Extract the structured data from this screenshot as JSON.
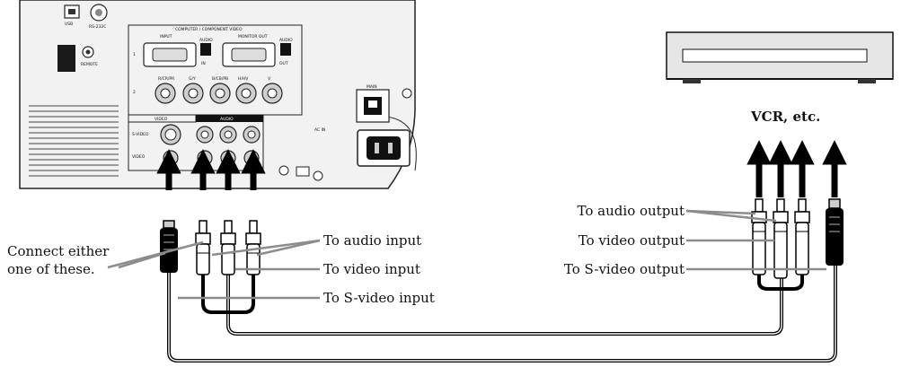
{
  "projector_panel": {
    "usb": "USB",
    "rs232c": "RS-232C",
    "remote": "REMOTE",
    "computer_component_video": "COMPUTER / COMPONENT VIDEO",
    "input": "INPUT",
    "monitor_out": "MONITOR OUT",
    "audio": "AUDIO",
    "in": "IN",
    "out": "OUT",
    "row1": "1",
    "row2": "2",
    "component_jacks": [
      "R/CR/PR",
      "G/Y",
      "B/CB/PB",
      "H/HV",
      "V"
    ],
    "main": "MAIN",
    "video": "VIDEO",
    "audio2": "AUDIO",
    "s_video": "S-VIDEO",
    "video_row": "VIDEO",
    "ac_in": "AC IN"
  },
  "vcr": {
    "label": "VCR, etc."
  },
  "labels": {
    "connect_either": "Connect either",
    "one_of_these": "one of these.",
    "to_audio_input": "To audio input",
    "to_video_input": "To video input",
    "to_svideo_input": "To S-video input",
    "to_audio_output": "To audio output",
    "to_video_output": "To video output",
    "to_svideo_output": "To S-video output"
  },
  "colors": {
    "cable": "#000000",
    "leader": "#8c8c8c",
    "panel": "#f2f2f2"
  }
}
